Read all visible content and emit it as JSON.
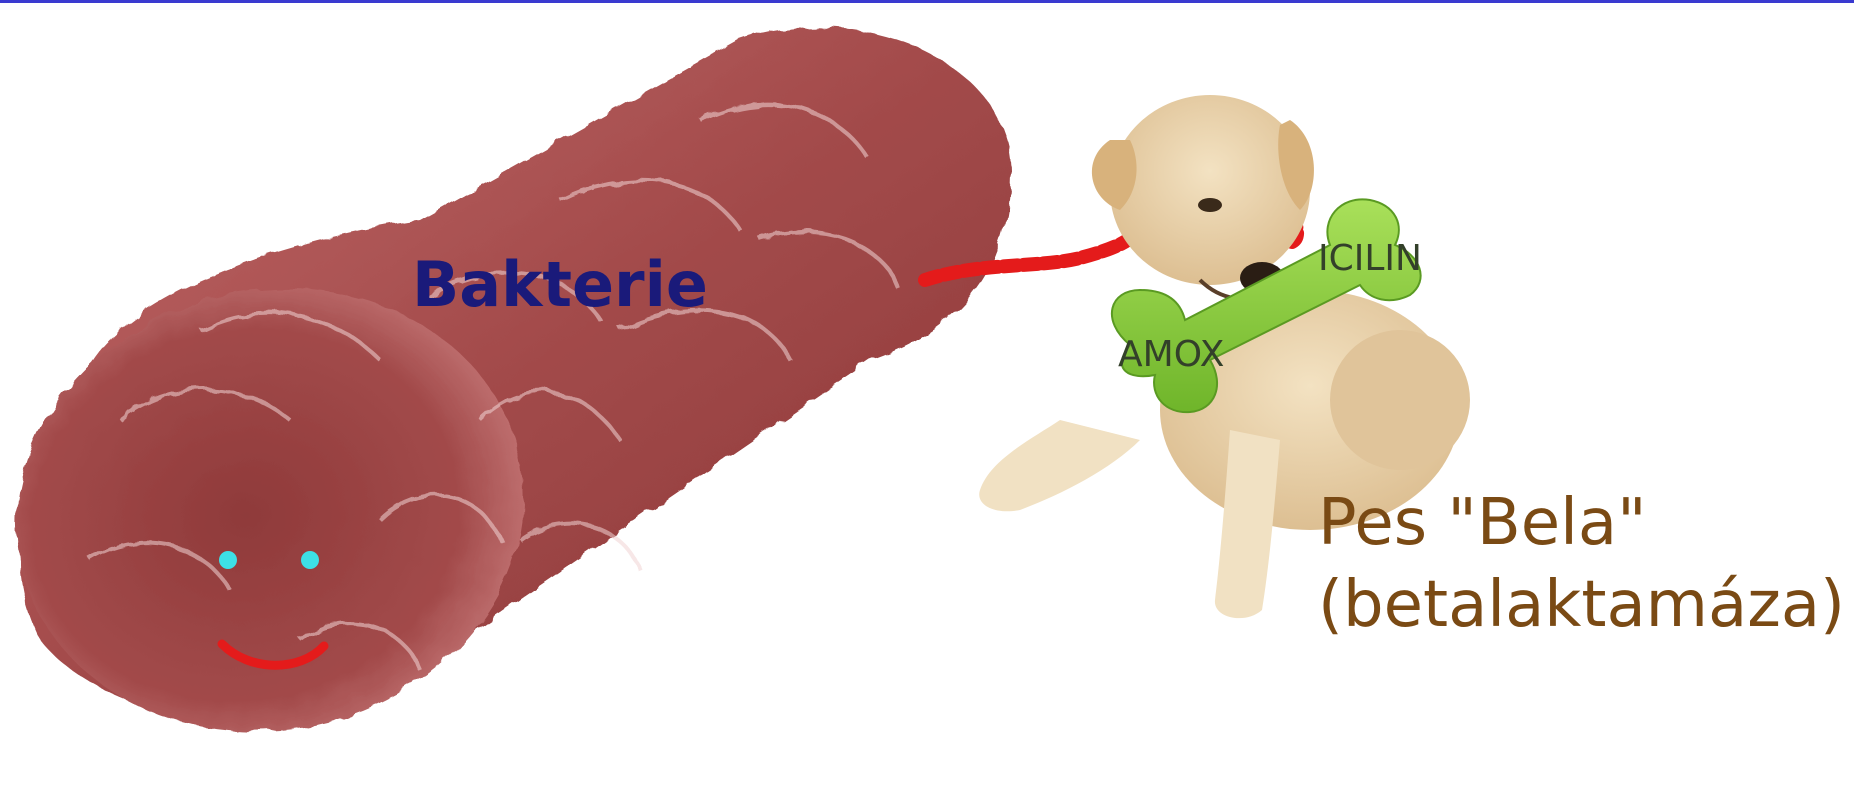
{
  "labels": {
    "bacterium": "Bakterie",
    "dog_line1": "Pes \"Bela\"",
    "dog_line2": "(betalaktamáza)",
    "bone_right": "ICILIN",
    "bone_left": "AMOX"
  },
  "colors": {
    "bacterium_body": "#a24a4a",
    "bacterium_text": "#1a1a7a",
    "dog_text": "#7a4a14",
    "bone": "#8ccf3c",
    "leash": "#e41b1b",
    "eyes": "#3de0e6",
    "smile": "#e41b1b",
    "top_rule": "#3a3ad0"
  }
}
